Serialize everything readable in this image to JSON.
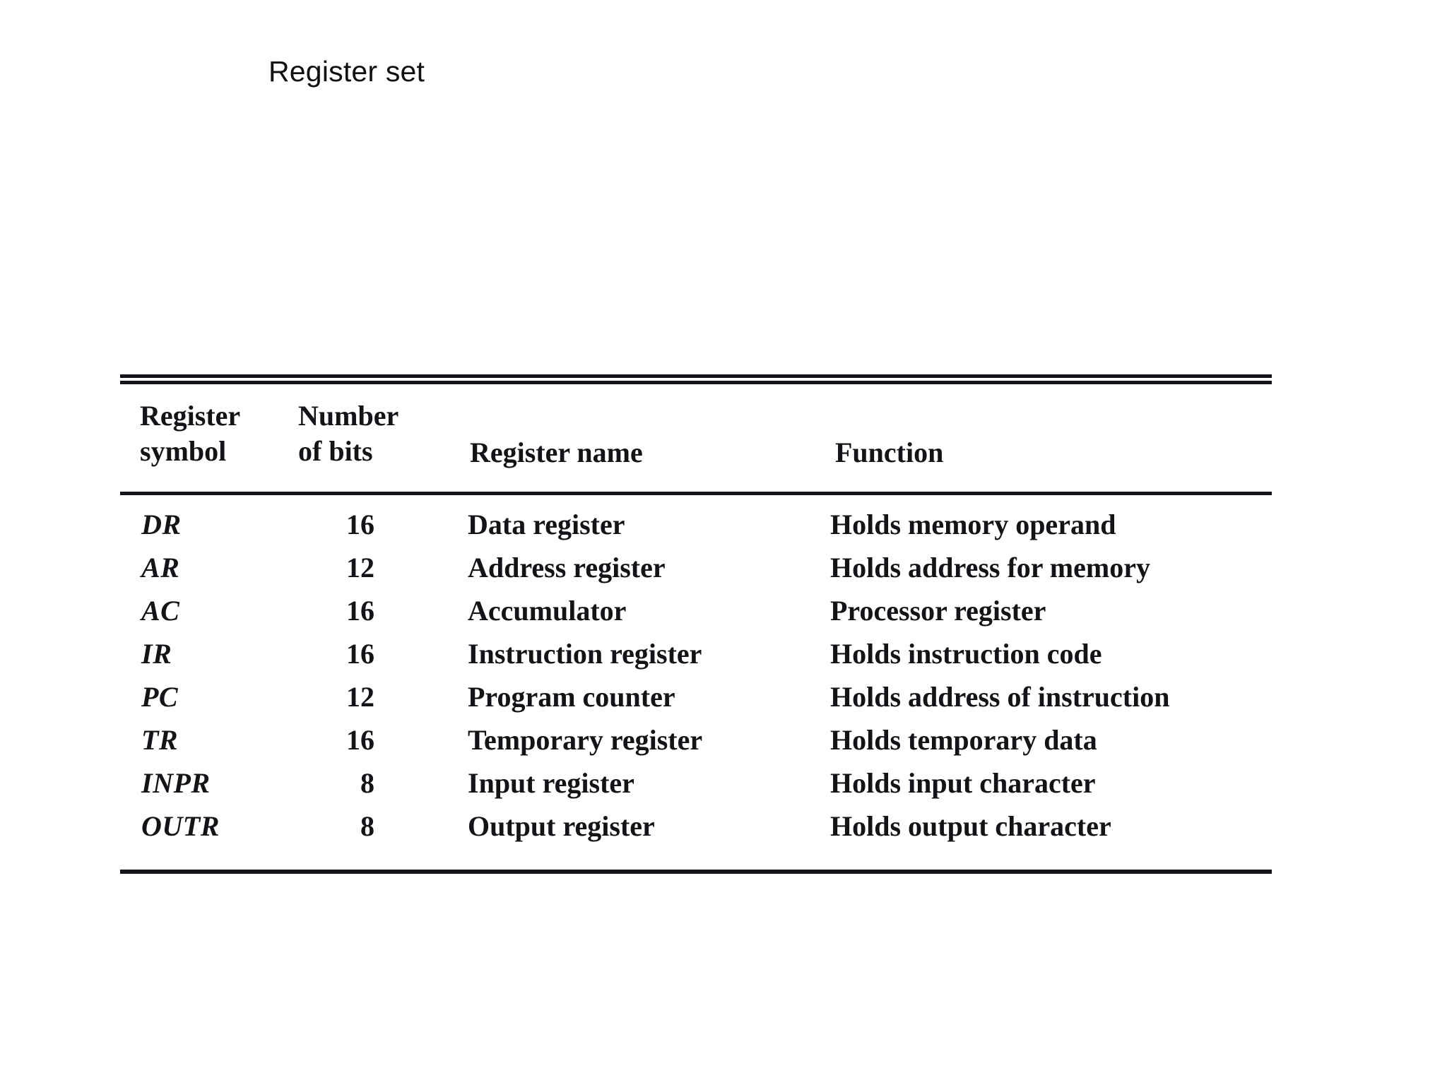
{
  "slide": {
    "title": "Register set"
  },
  "table": {
    "columns": [
      {
        "id": "symbol",
        "label_line1": "Register",
        "label_line2": "symbol"
      },
      {
        "id": "bits",
        "label_line1": "Number",
        "label_line2": "of bits"
      },
      {
        "id": "name",
        "label": "Register name"
      },
      {
        "id": "function",
        "label": "Function"
      }
    ],
    "headers": {
      "register_symbol_l1": "Register",
      "register_symbol_l2": "symbol",
      "number_of_bits_l1": "Number",
      "number_of_bits_l2": "of bits",
      "register_name": "Register name",
      "function": "Function"
    },
    "rows": [
      {
        "symbol": "DR",
        "bits": "16",
        "name": "Data register",
        "function": "Holds memory operand"
      },
      {
        "symbol": "AR",
        "bits": "12",
        "name": "Address register",
        "function": "Holds address for memory"
      },
      {
        "symbol": "AC",
        "bits": "16",
        "name": "Accumulator",
        "function": "Processor register"
      },
      {
        "symbol": "IR",
        "bits": "16",
        "name": "Instruction register",
        "function": "Holds instruction code"
      },
      {
        "symbol": "PC",
        "bits": "12",
        "name": "Program counter",
        "function": "Holds address of instruction"
      },
      {
        "symbol": "TR",
        "bits": "16",
        "name": "Temporary register",
        "function": "Holds temporary data"
      },
      {
        "symbol": "INPR",
        "bits": "8",
        "name": "Input register",
        "function": "Holds input character"
      },
      {
        "symbol": "OUTR",
        "bits": "8",
        "name": "Output register",
        "function": "Holds output character"
      }
    ]
  },
  "colors": {
    "background": "#ffffff",
    "text": "#131318",
    "rule": "#14141a",
    "title_text": "#111111"
  }
}
